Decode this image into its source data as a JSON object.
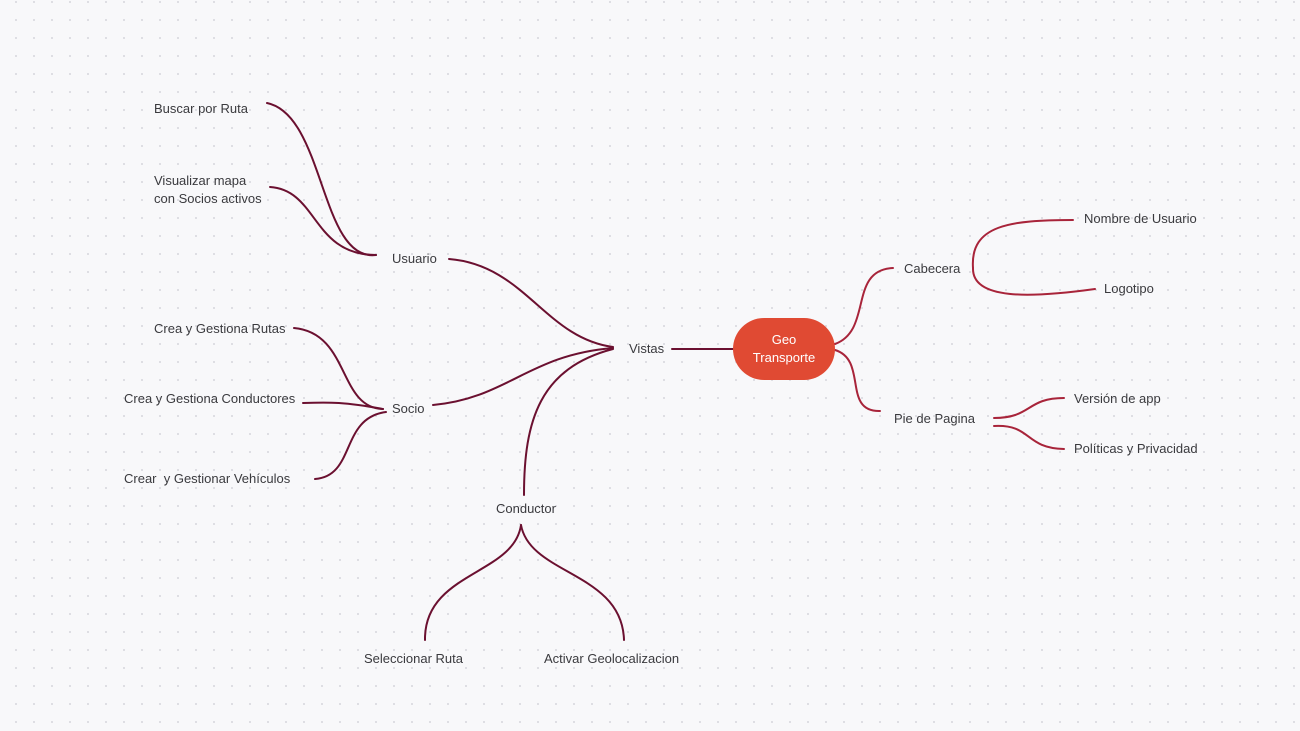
{
  "mindmap": {
    "central": {
      "line1": "Geo",
      "line2": "Transporte",
      "color": "#e04a33"
    },
    "branch_colors": {
      "left": "#6b1030",
      "right": "#a8243a"
    },
    "nodes": {
      "vistas": "Vistas",
      "usuario": "Usuario",
      "buscar_ruta": "Buscar por Ruta",
      "visualizar_mapa": "Visualizar mapa\ncon Socios activos",
      "socio": "Socio",
      "rutas": "Crea y Gestiona Rutas",
      "conductores": "Crea y Gestiona Conductores",
      "vehiculos": "Crear  y Gestionar Vehículos",
      "conductor": "Conductor",
      "seleccionar_ruta": "Seleccionar Ruta",
      "geolocalizacion": "Activar Geolocalizacion",
      "cabecera": "Cabecera",
      "nombre_usuario": "Nombre de Usuario",
      "logotipo": "Logotipo",
      "pie_pagina": "Pie de Pagina",
      "version_app": "Versión de app",
      "politicas": "Políticas y Privacidad"
    }
  }
}
